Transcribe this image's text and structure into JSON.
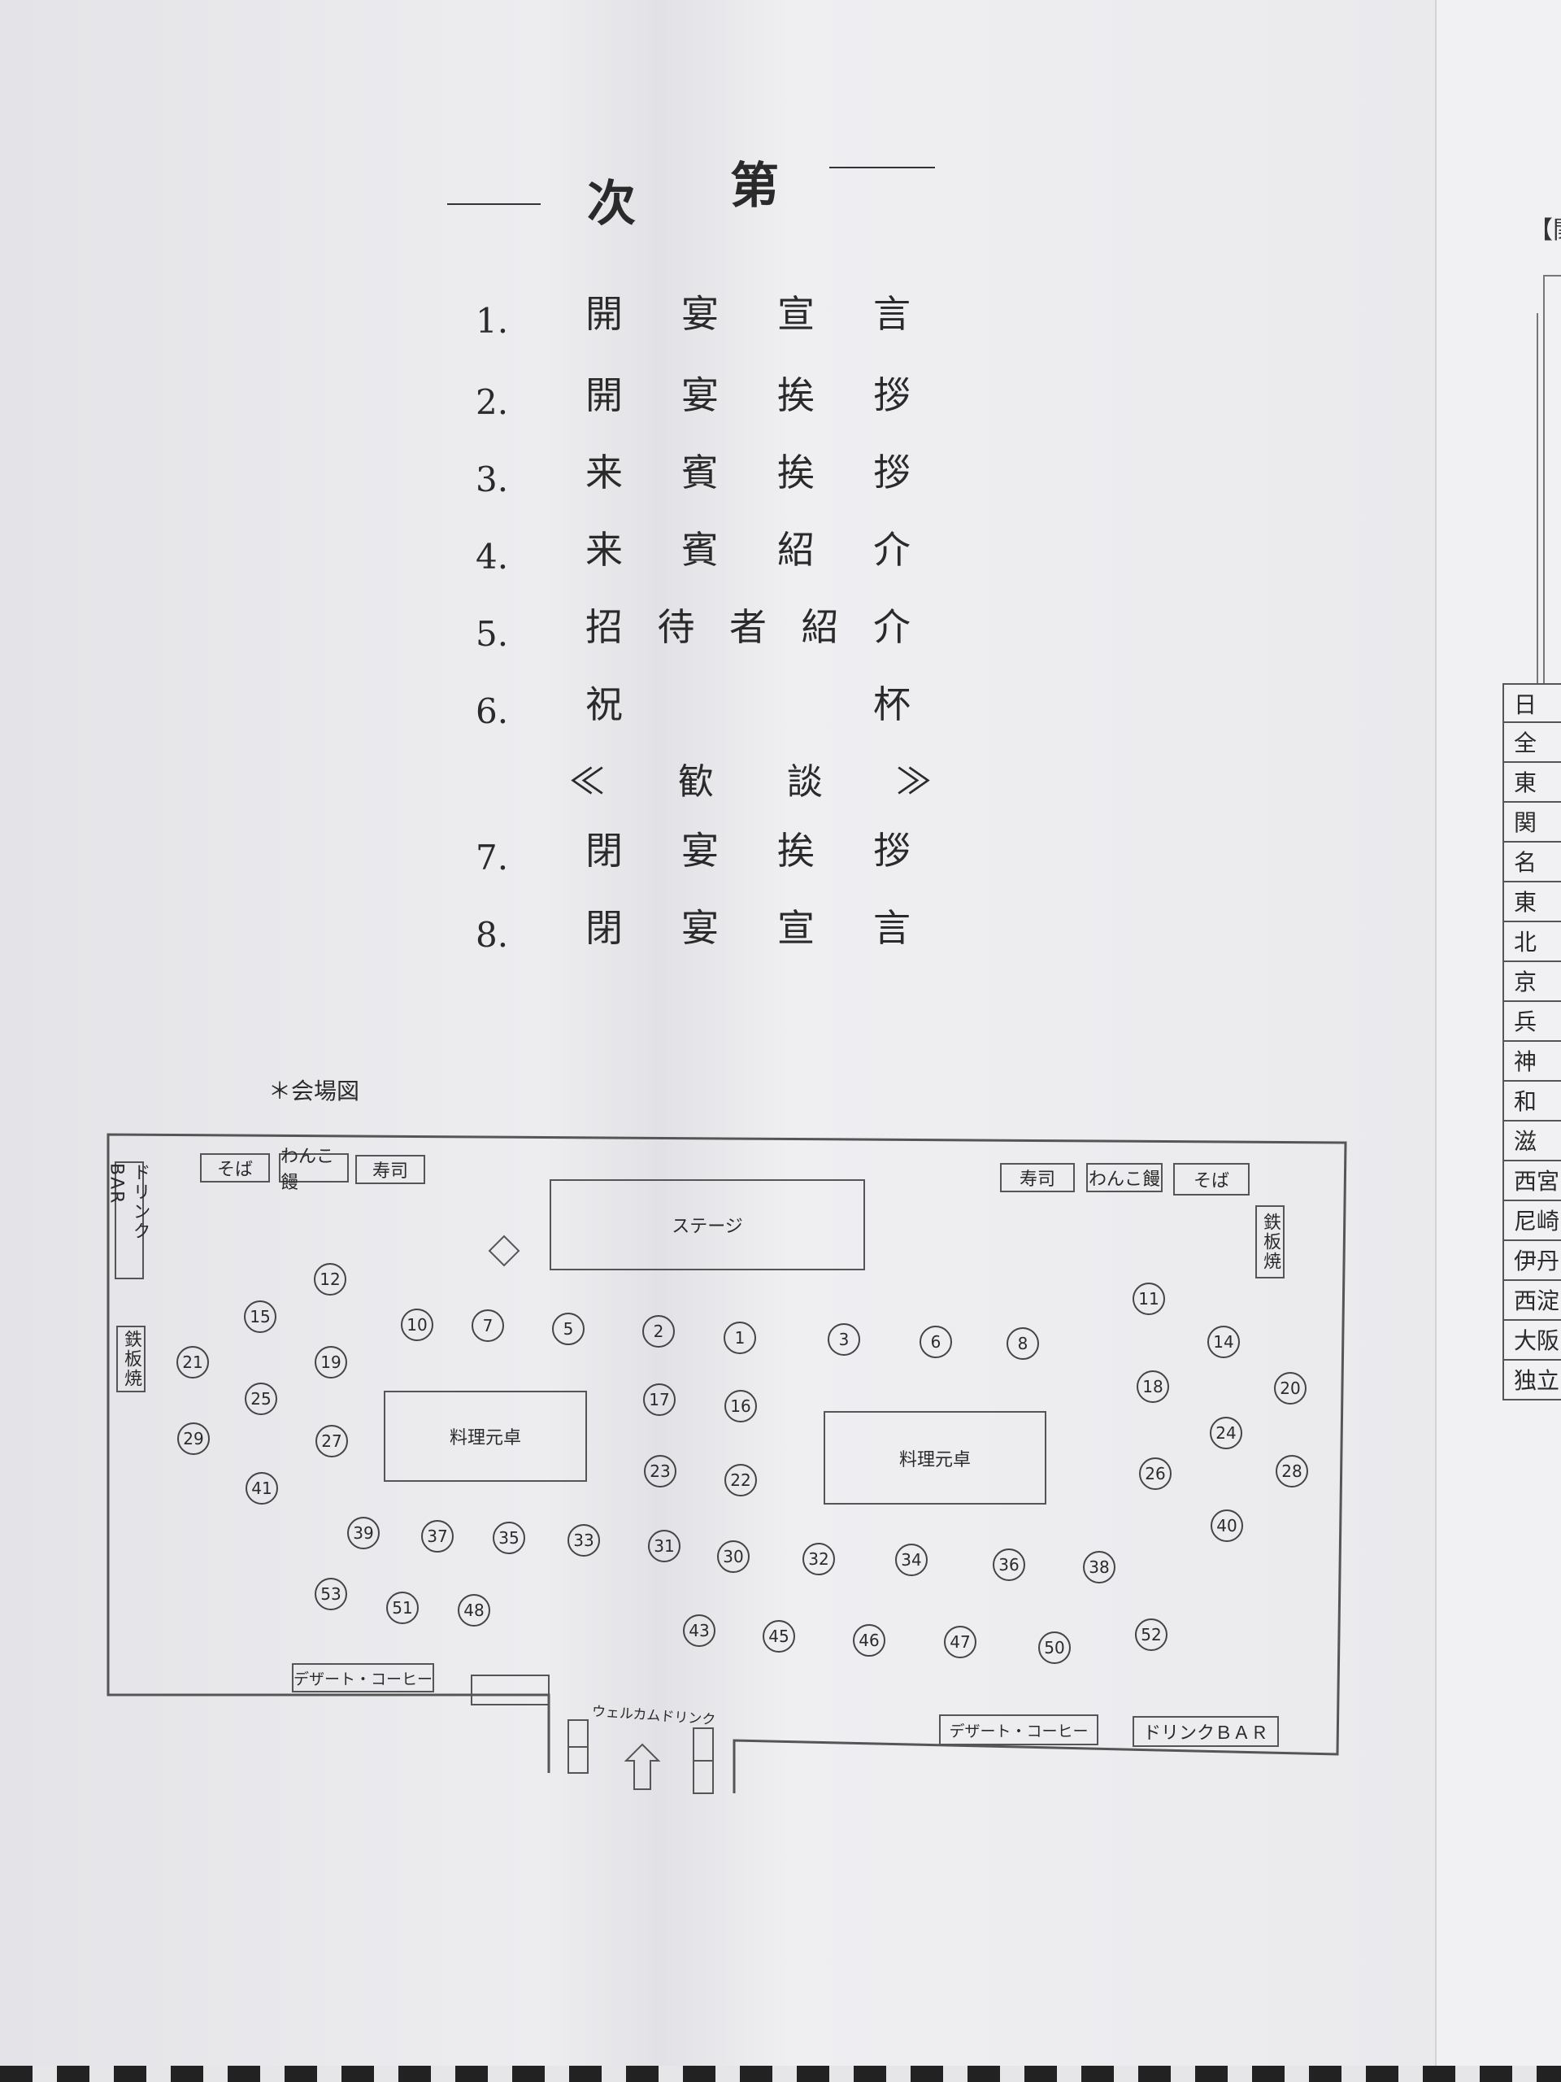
{
  "program": {
    "title_chars": [
      "次",
      "第"
    ],
    "items": [
      {
        "num": "1.",
        "chars": [
          "開",
          "宴",
          "宣",
          "言"
        ]
      },
      {
        "num": "2.",
        "chars": [
          "開",
          "宴",
          "挨",
          "拶"
        ]
      },
      {
        "num": "3.",
        "chars": [
          "来",
          "賓",
          "挨",
          "拶"
        ]
      },
      {
        "num": "4.",
        "chars": [
          "来",
          "賓",
          "紹",
          "介"
        ]
      },
      {
        "num": "5.",
        "chars": [
          "招",
          "待",
          "者",
          "紹",
          "介"
        ]
      },
      {
        "num": "6.",
        "chars": [
          "祝",
          "杯"
        ]
      },
      {
        "num": "7.",
        "chars": [
          "閉",
          "宴",
          "挨",
          "拶"
        ]
      },
      {
        "num": "8.",
        "chars": [
          "閉",
          "宴",
          "宣",
          "言"
        ]
      }
    ],
    "interlude": "≪ 歓 談 ≫"
  },
  "venue": {
    "label": "＊会場図",
    "stage": "ステージ",
    "cooking_table": "料理元卓",
    "soba": "そば",
    "wanko": "わんこ饅",
    "sushi": "寿司",
    "teppan": "鉄板焼",
    "drink_bar_left": "ドリンクBAR",
    "drink_bar_bottom": "ドリンクＢＡＲ",
    "dessert": "デザート・コーヒー",
    "welcome_drink": "ウェルカムドリンク",
    "tables": [
      "1",
      "2",
      "3",
      "5",
      "6",
      "7",
      "8",
      "10",
      "11",
      "12",
      "14",
      "15",
      "16",
      "17",
      "18",
      "19",
      "20",
      "21",
      "22",
      "23",
      "24",
      "25",
      "26",
      "27",
      "28",
      "29",
      "30",
      "31",
      "32",
      "33",
      "34",
      "35",
      "36",
      "37",
      "38",
      "39",
      "40",
      "41",
      "43",
      "45",
      "46",
      "47",
      "48",
      "50",
      "51",
      "52",
      "53"
    ]
  },
  "side_sheet": {
    "header": "【関",
    "rows": [
      "日",
      "全",
      "東",
      "関",
      "名",
      "東",
      "北",
      "京",
      "兵",
      "神",
      "和",
      "滋",
      "西宮",
      "尼崎",
      "伊丹",
      "西淀",
      "大阪",
      "独立"
    ]
  }
}
